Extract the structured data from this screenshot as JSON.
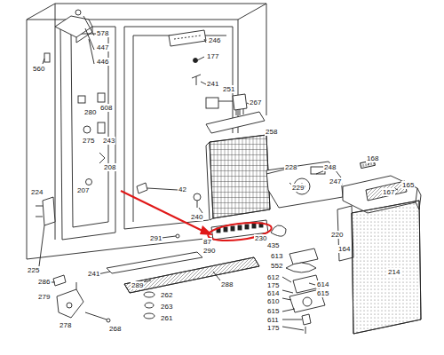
{
  "diagram": {
    "labels": [
      "578",
      "447",
      "560",
      "446",
      "246",
      "177",
      "241",
      "280",
      "608",
      "251",
      "267",
      "275",
      "243",
      "208",
      "258",
      "228",
      "207",
      "229",
      "248",
      "168",
      "167",
      "165",
      "247",
      "240",
      "42",
      "224",
      "225",
      "230",
      "435",
      "220",
      "164",
      "291",
      "87",
      "290",
      "613",
      "552",
      "286",
      "241",
      "289",
      "612",
      "175",
      "614",
      "614",
      "615",
      "610",
      "615",
      "214",
      "279",
      "262",
      "288",
      "611",
      "175",
      "278",
      "268",
      "263",
      "261"
    ]
  }
}
